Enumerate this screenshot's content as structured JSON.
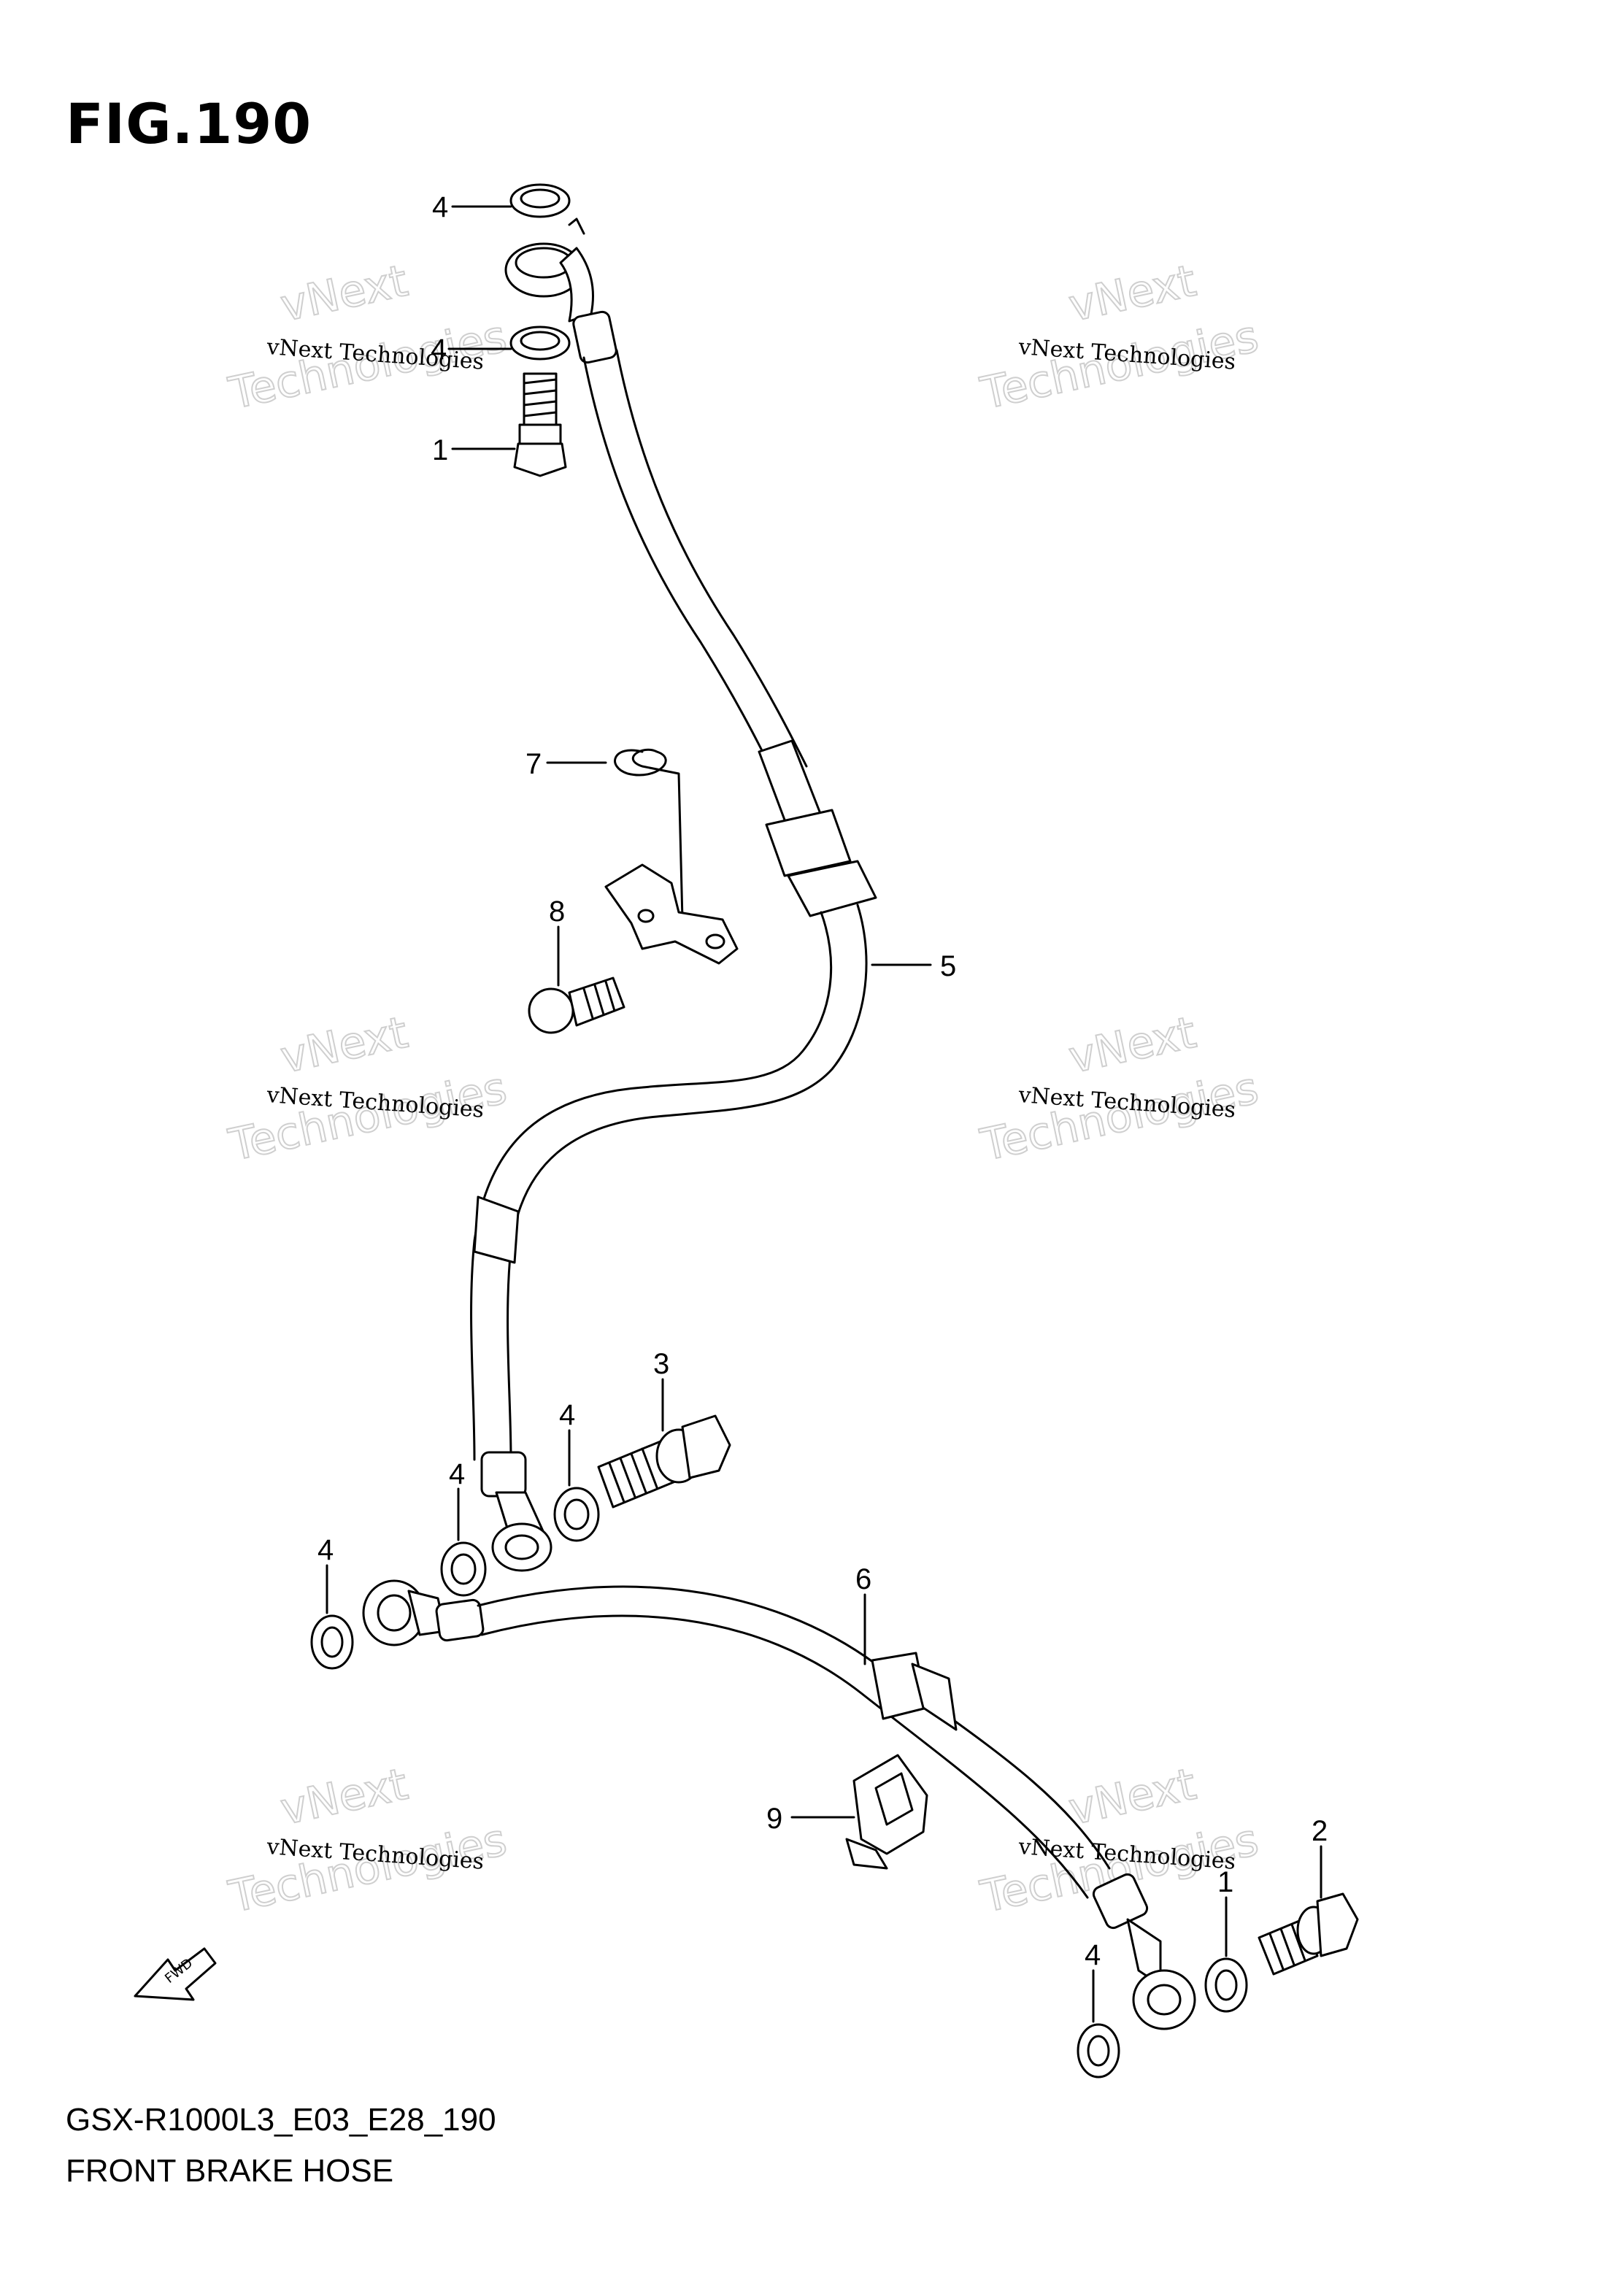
{
  "figure": {
    "title": "FIG.190",
    "model_code": "GSX-R1000L3_E03_E28_190",
    "section_name": "FRONT BRAKE HOSE"
  },
  "watermark": {
    "line1": "vNext Technologies",
    "line2": "vNext",
    "line3": "Technologies"
  },
  "callouts": [
    "4",
    "4",
    "1",
    "7",
    "8",
    "5",
    "3",
    "4",
    "4",
    "4",
    "6",
    "9",
    "2",
    "1",
    "4"
  ],
  "fwd_label": "FWD",
  "colors": {
    "ink": "#000000",
    "watermark": "#cfcfcf",
    "background": "#ffffff"
  }
}
